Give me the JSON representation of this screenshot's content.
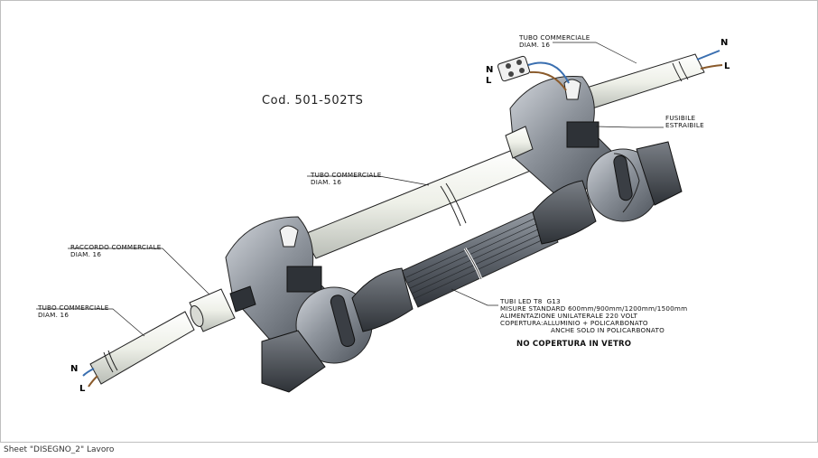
{
  "drawing": {
    "code": "Cod. 501-502TS",
    "labels": {
      "tubo_top_1": "TUBO COMMERCIALE",
      "tubo_top_2": "DIAM. 16",
      "fusibile_1": "FUSIBILE",
      "fusibile_2": "ESTRAIBILE",
      "tubo_mid_1": "TUBO COMMERCIALE",
      "tubo_mid_2": "DIAM. 16",
      "raccordo_1": "RACCORDO COMMERCIALE",
      "raccordo_2": "DIAM. 16",
      "tubo_left_1": "TUBO COMMERCIALE",
      "tubo_left_2": "DIAM. 16",
      "spec_1": "TUBI LED T8  G13",
      "spec_2": "MISURE STANDARD 600mm/900mm/1200mm/1500mm",
      "spec_3": "ALIMENTAZIONE UNILATERALE 220 VOLT",
      "spec_4": "COPERTURA:ALLUMINIO + POLICARBONATO",
      "spec_5": "ANCHE SOLO IN POLICARBONATO",
      "no_vetro": "NO COPERTURA IN VETRO"
    },
    "wire_markers": {
      "top_right_n": "N",
      "top_right_l": "L",
      "connector_n": "N",
      "connector_l": "L",
      "bottom_left_n": "N",
      "bottom_left_l": "L"
    },
    "colors": {
      "metal": "#8d939b",
      "metal_dark": "#555b63",
      "tube": "#eef0e8",
      "wire_brown": "#8a5a2b",
      "wire_blue": "#3a6fb0"
    }
  },
  "status_bar": {
    "sheet": "Sheet \"DISEGNO_2\" Lavoro"
  }
}
